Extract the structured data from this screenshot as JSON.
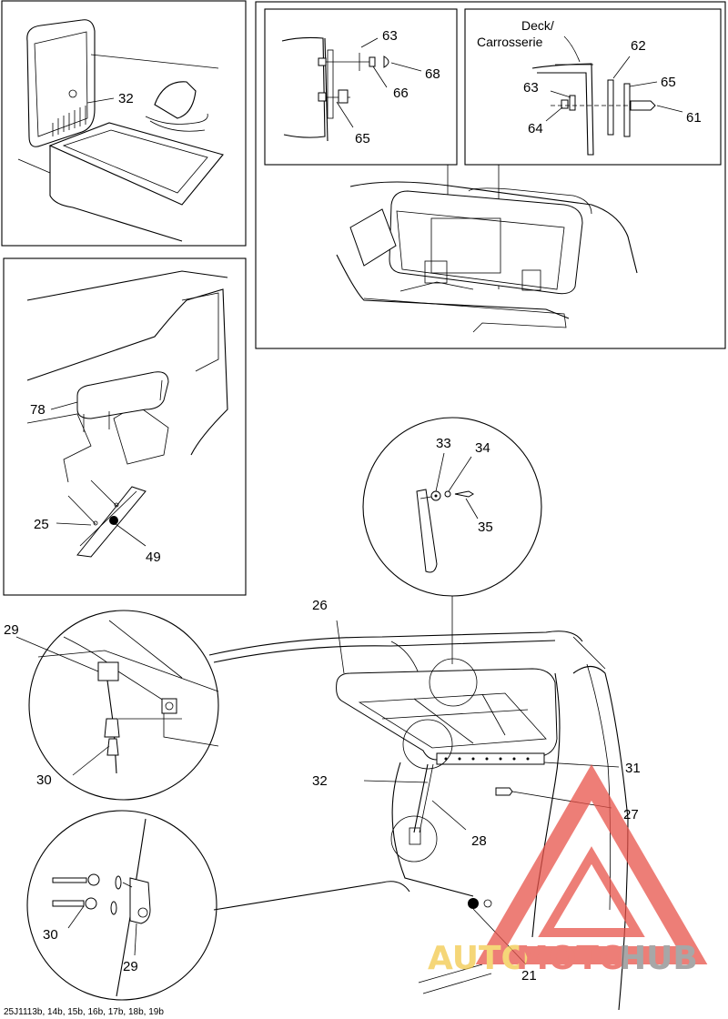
{
  "figure": {
    "code": "25J1113b, 14b, 15b, 16b, 17b, 18b, 19b",
    "watermark": {
      "part1": "AUTO",
      "part2": "MOTO",
      "part3": "HUB",
      "colors": {
        "red": "#e8534a",
        "grey": "#8a8a8a",
        "yellow": "#f2c94c"
      }
    }
  },
  "panels": {
    "top_left": {
      "labels": [
        "32"
      ]
    },
    "mid_left": {
      "labels": [
        "78",
        "25",
        "49"
      ]
    },
    "top_right": {
      "inset_left": {
        "labels": [
          "63",
          "68",
          "66",
          "65"
        ]
      },
      "inset_right": {
        "deck_label": "Deck/",
        "deck_label2": "Carrosserie",
        "labels": [
          "62",
          "65",
          "63",
          "64",
          "61"
        ]
      }
    },
    "detail_circle": {
      "labels": [
        "33",
        "34",
        "35"
      ]
    },
    "main": {
      "labels": [
        "26",
        "31",
        "32",
        "27",
        "28",
        "21"
      ]
    },
    "circle_upper_left": {
      "labels": [
        "29",
        "30"
      ]
    },
    "circle_lower_left": {
      "labels": [
        "30",
        "29"
      ]
    }
  }
}
